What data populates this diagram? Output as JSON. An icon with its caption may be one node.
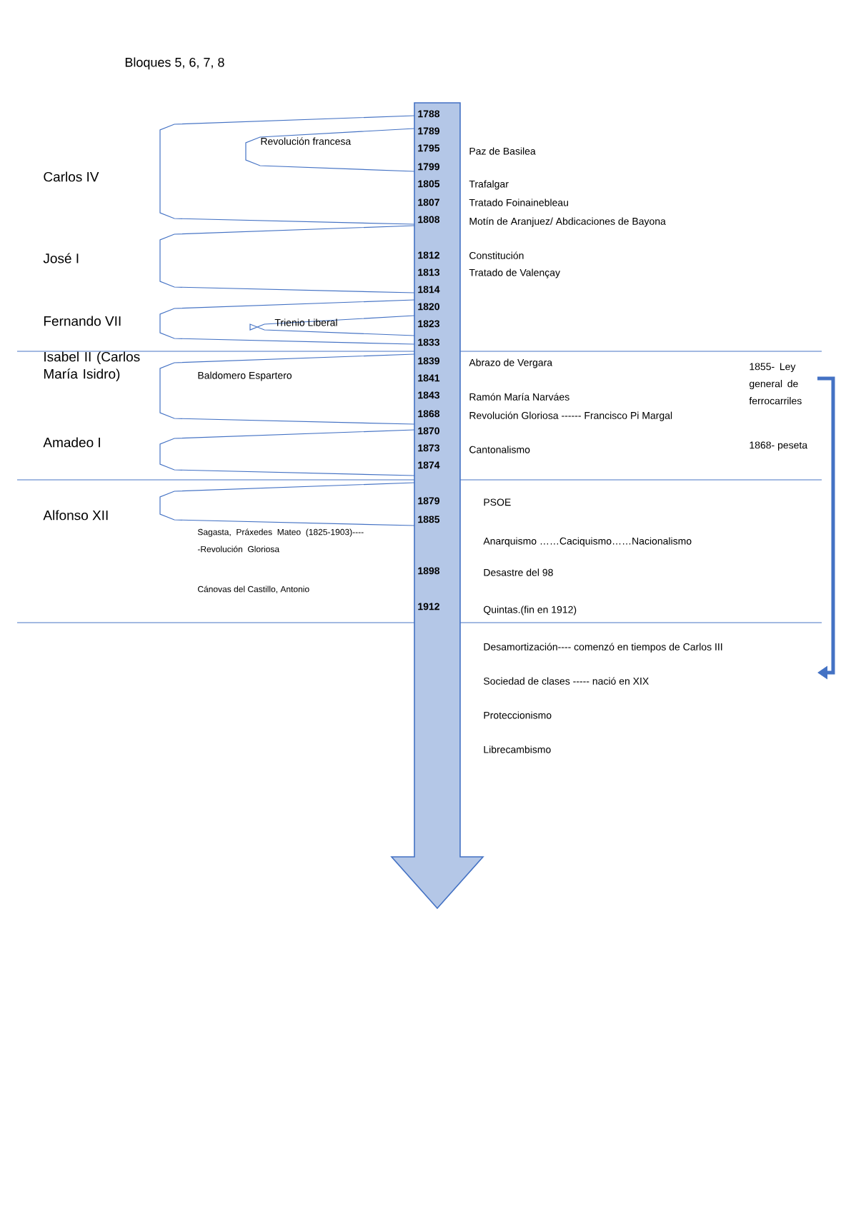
{
  "diagram": {
    "title": "Bloques 5, 6, 7, 8",
    "labels": [
      "1788",
      "1789",
      "Revolución francesa",
      "1795",
      "Paz de Basilea",
      "1799",
      "Carlos IV",
      "1805",
      "Trafalgar",
      "1807",
      "Tratado Foinainebleau",
      "1808",
      "Motín de Aranjuez/ Abdicaciones de Bayona",
      "José I",
      "1812",
      "Constitución",
      "1813",
      "Tratado de Valençay",
      "1814",
      "1820",
      "Fernando VII",
      "Trienio Liberal",
      "1823",
      "1833",
      "Isabel II (Carlos María Isidro)",
      "1839",
      "Abrazo de Vergara",
      "1855- Ley general de ferrocarriles",
      "Baldomero Espartero",
      "1841",
      "1843",
      "Ramón María Narváes",
      "1868",
      "Revolución Gloriosa ------ Francisco Pi Margal",
      "1870",
      "Amadeo I",
      "1873",
      "Cantonalismo",
      "1868- peseta",
      "1874",
      "1879",
      "PSOE",
      "Alfonso XII",
      "1885",
      "Sagasta, Práxedes Mateo (1825-1903)-----Revolución Gloriosa",
      "Anarquismo ……Caciquismo……Nacionalismo",
      "1898",
      "Desastre del 98",
      "Cánovas del Castillo, Antonio",
      "1912",
      "Quintas.(fin en 1912)",
      "Desamortización---- comenzó en tiempos de Carlos III",
      "Sociedad de clases ----- nació en XIX",
      "Proteccionismo",
      "Librecambismo"
    ]
  }
}
